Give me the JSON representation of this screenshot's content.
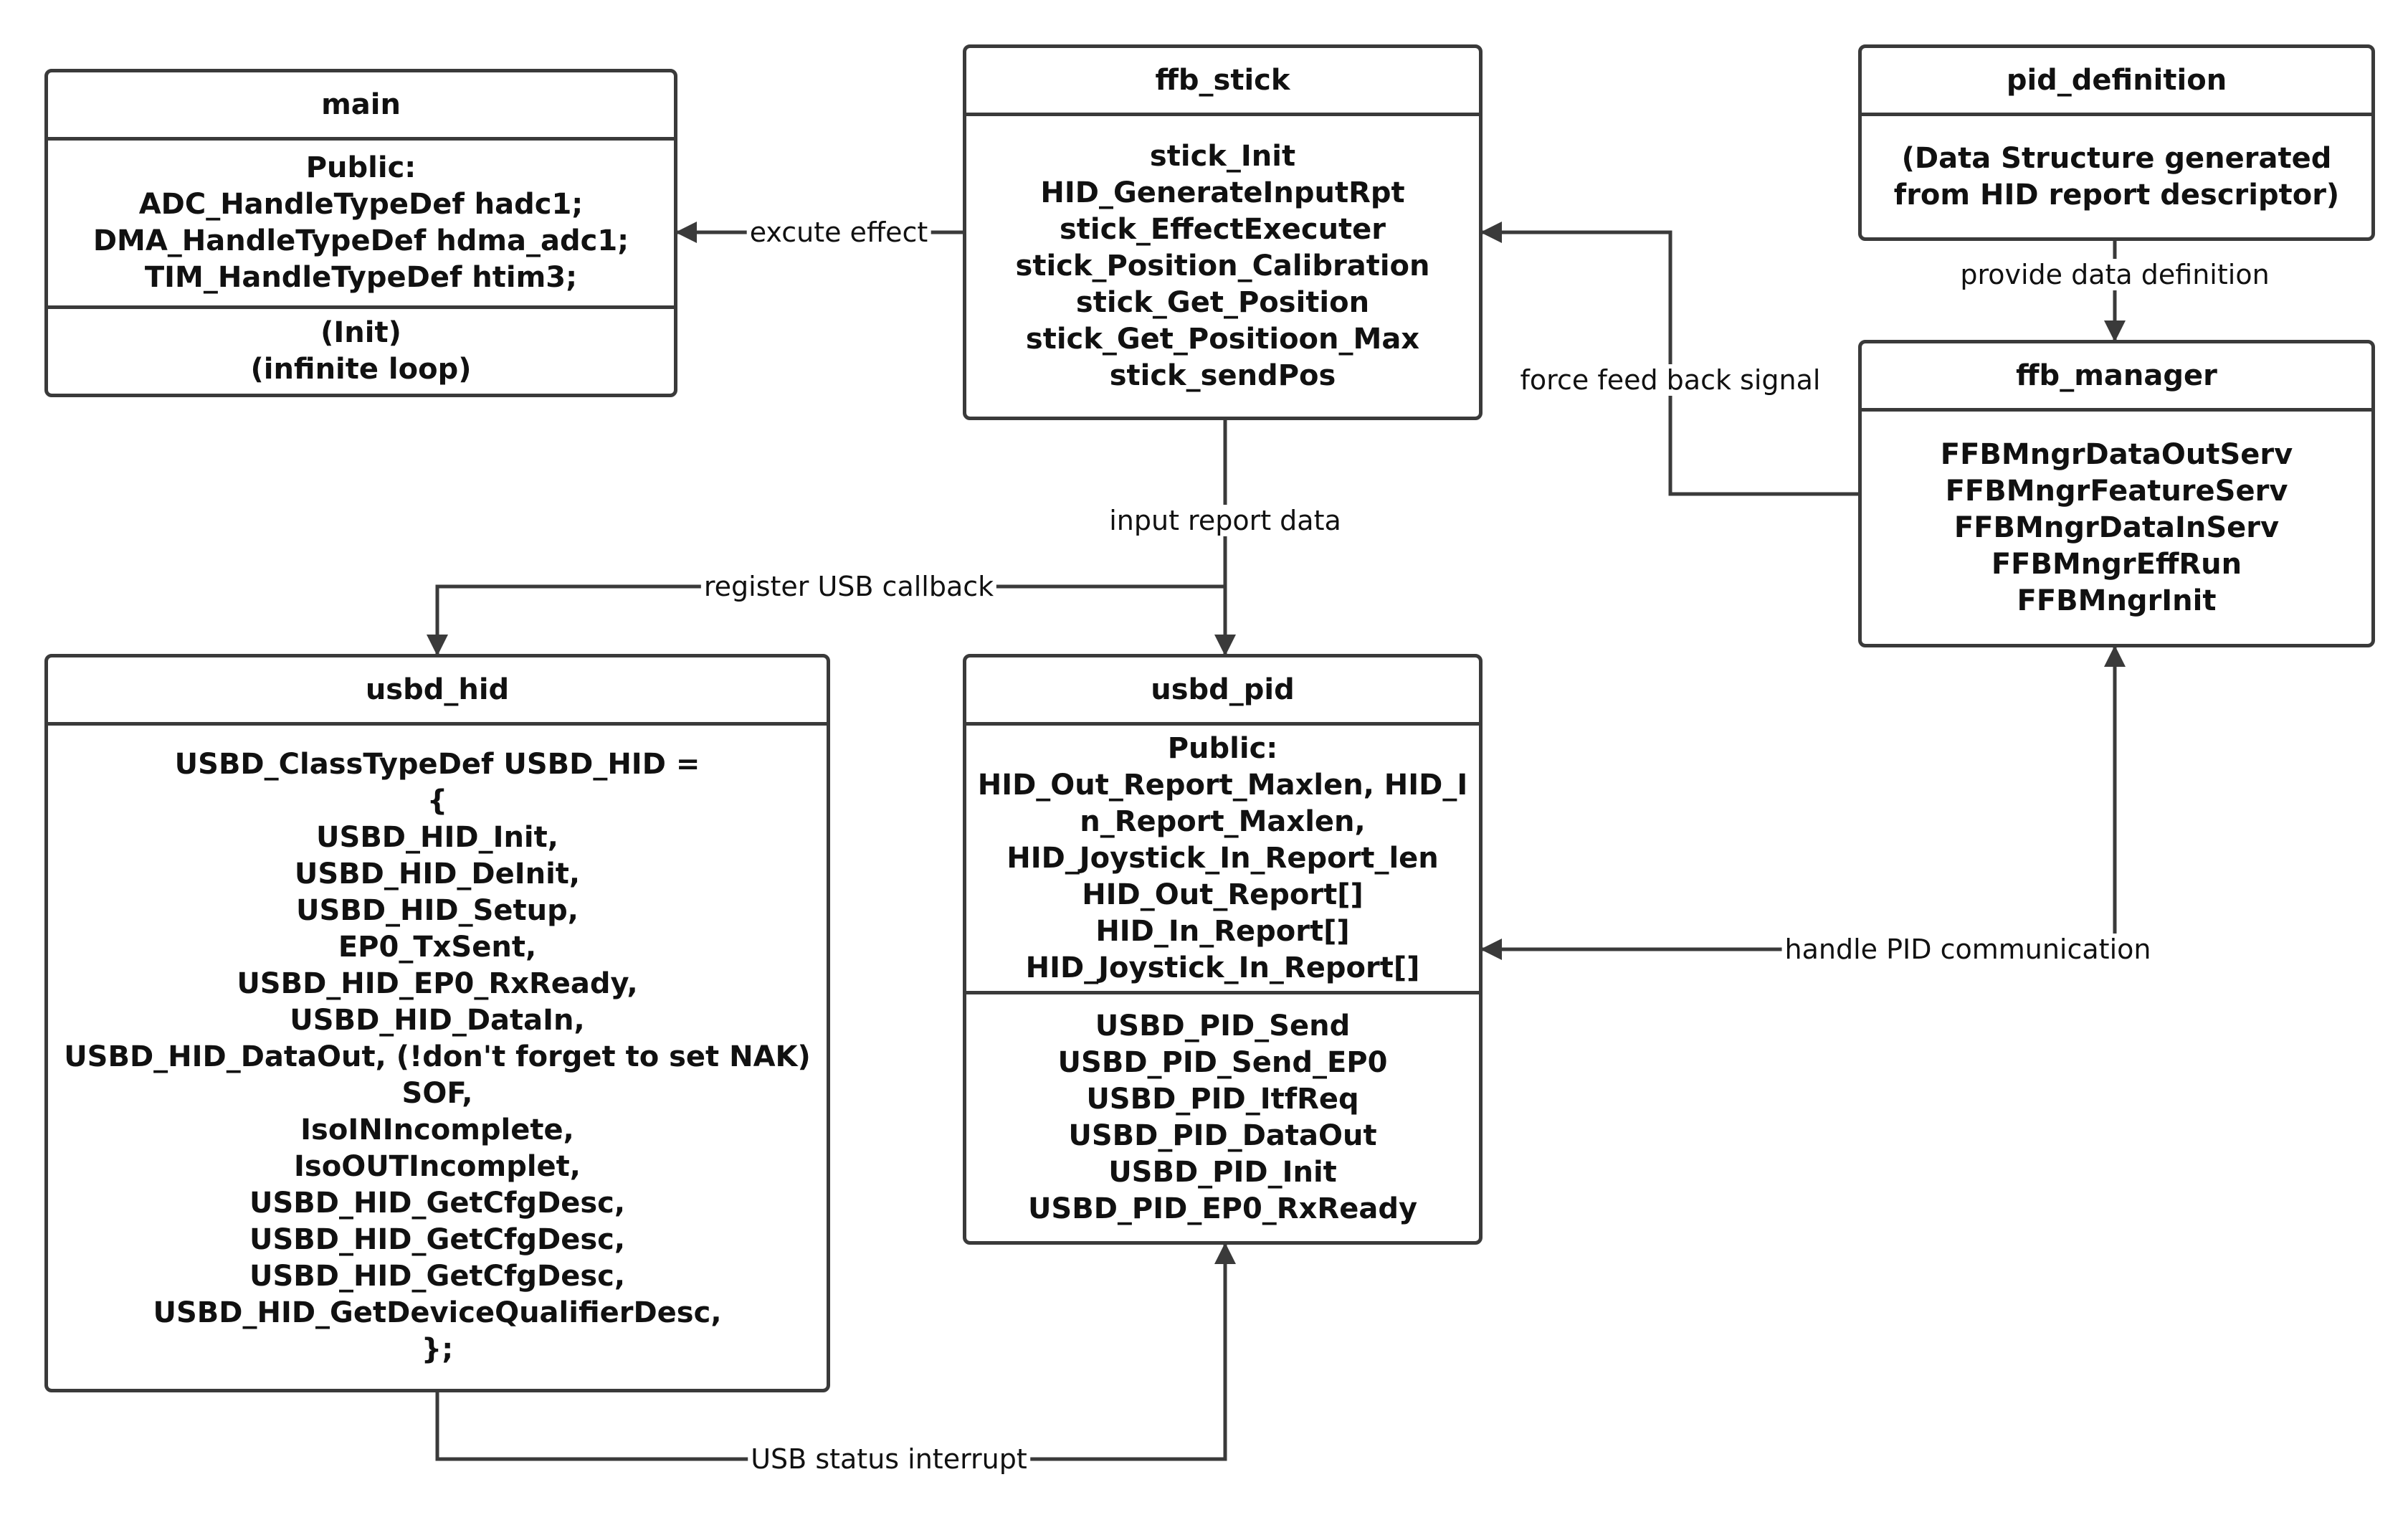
{
  "classes": {
    "main": {
      "title": "main",
      "public_label": "Public:",
      "attributes": [
        "ADC_HandleTypeDef hadc1;",
        "DMA_HandleTypeDef hdma_adc1;",
        "TIM_HandleTypeDef htim3;"
      ],
      "operations": [
        "(Init)",
        "(infinite loop)"
      ]
    },
    "ffb_stick": {
      "title": "ffb_stick",
      "operations": [
        "stick_Init",
        "HID_GenerateInputRpt",
        "stick_EffectExecuter",
        "stick_Position_Calibration",
        "stick_Get_Position",
        "stick_Get_Positioon_Max",
        "stick_sendPos"
      ]
    },
    "pid_definition": {
      "title": "pid_definition",
      "body": [
        "(Data Structure generated",
        "from HID report descriptor)"
      ]
    },
    "ffb_manager": {
      "title": "ffb_manager",
      "operations": [
        "FFBMngrDataOutServ",
        "FFBMngrFeatureServ",
        "FFBMngrDataInServ",
        "FFBMngrEffRun",
        "FFBMngrInit"
      ]
    },
    "usbd_hid": {
      "title": "usbd_hid",
      "body": [
        "USBD_ClassTypeDef USBD_HID =",
        "{",
        "USBD_HID_Init,",
        "USBD_HID_DeInit,",
        "USBD_HID_Setup,",
        "EP0_TxSent,",
        "USBD_HID_EP0_RxReady,",
        "USBD_HID_DataIn,",
        "USBD_HID_DataOut, (!don't forget to set NAK)",
        "SOF,",
        "IsoINIncomplete,",
        "IsoOUTIncomplet,",
        "USBD_HID_GetCfgDesc,",
        "USBD_HID_GetCfgDesc,",
        "USBD_HID_GetCfgDesc,",
        "USBD_HID_GetDeviceQualifierDesc,",
        "};"
      ]
    },
    "usbd_pid": {
      "title": "usbd_pid",
      "public_label": "Public:",
      "attributes": [
        "HID_Out_Report_Maxlen, HID_I",
        "n_Report_Maxlen,",
        "HID_Joystick_In_Report_len",
        "HID_Out_Report[]",
        "HID_In_Report[]",
        "HID_Joystick_In_Report[]"
      ],
      "operations": [
        "USBD_PID_Send",
        "USBD_PID_Send_EP0",
        "USBD_PID_ItfReq",
        "USBD_PID_DataOut",
        "USBD_PID_Init",
        "USBD_PID_EP0_RxReady"
      ]
    }
  },
  "connections": [
    {
      "from": "ffb_stick",
      "to": "main",
      "label": "excute effect"
    },
    {
      "from": "pid_definition",
      "to": "ffb_manager",
      "label": "provide data definition"
    },
    {
      "from": "ffb_manager",
      "to": "ffb_stick",
      "label": "force feed back signal"
    },
    {
      "from": "ffb_stick",
      "to": "usbd_pid",
      "label": "input report data"
    },
    {
      "from": "ffb_stick",
      "to": "usbd_hid",
      "label": "register USB callback"
    },
    {
      "from": "ffb_manager",
      "to": "usbd_pid",
      "label": "handle PID communication"
    },
    {
      "from": "usbd_hid",
      "to": "usbd_pid",
      "label": "USB status interrupt"
    }
  ],
  "colors": {
    "stroke": "#3a3a3a",
    "text": "#111111",
    "background": "#ffffff"
  }
}
